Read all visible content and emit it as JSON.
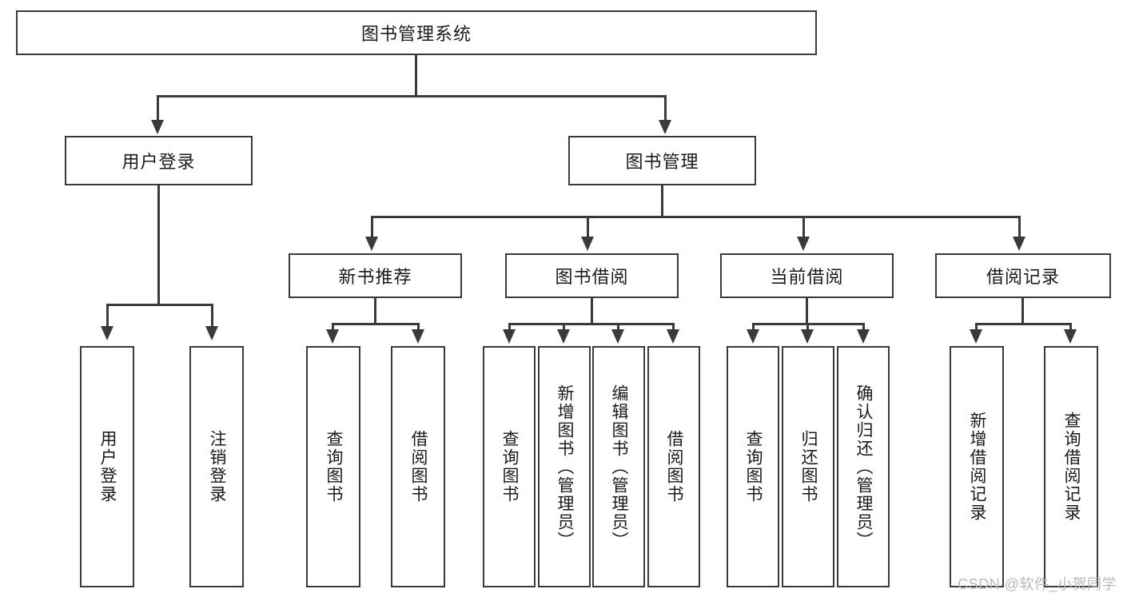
{
  "diagram": {
    "title": "图书管理系统",
    "type": "tree",
    "watermark": "CSDN @软件_小贺同学",
    "colors": {
      "border": "#3a3a3a",
      "background": "#ffffff",
      "text": "#1a1a1a",
      "watermark": "#b9b9b9"
    },
    "root": {
      "label": "图书管理系统"
    },
    "level2": [
      {
        "label": "用户登录"
      },
      {
        "label": "图书管理"
      }
    ],
    "level3": [
      {
        "label": "新书推荐"
      },
      {
        "label": "图书借阅"
      },
      {
        "label": "当前借阅"
      },
      {
        "label": "借阅记录"
      }
    ],
    "leaves": {
      "user_login": [
        {
          "label": "用户登录"
        },
        {
          "label": "注销登录"
        }
      ],
      "new_book": [
        {
          "label": "查询图书"
        },
        {
          "label": "借阅图书"
        }
      ],
      "book_borrow": [
        {
          "label": "查询图书"
        },
        {
          "label": "新增图书（管理员）"
        },
        {
          "label": "编辑图书（管理员）"
        },
        {
          "label": "借阅图书"
        }
      ],
      "current_borrow": [
        {
          "label": "查询图书"
        },
        {
          "label": "归还图书"
        },
        {
          "label": "确认归还（管理员）"
        }
      ],
      "borrow_record": [
        {
          "label": "新增借阅记录"
        },
        {
          "label": "查询借阅记录"
        }
      ]
    }
  }
}
